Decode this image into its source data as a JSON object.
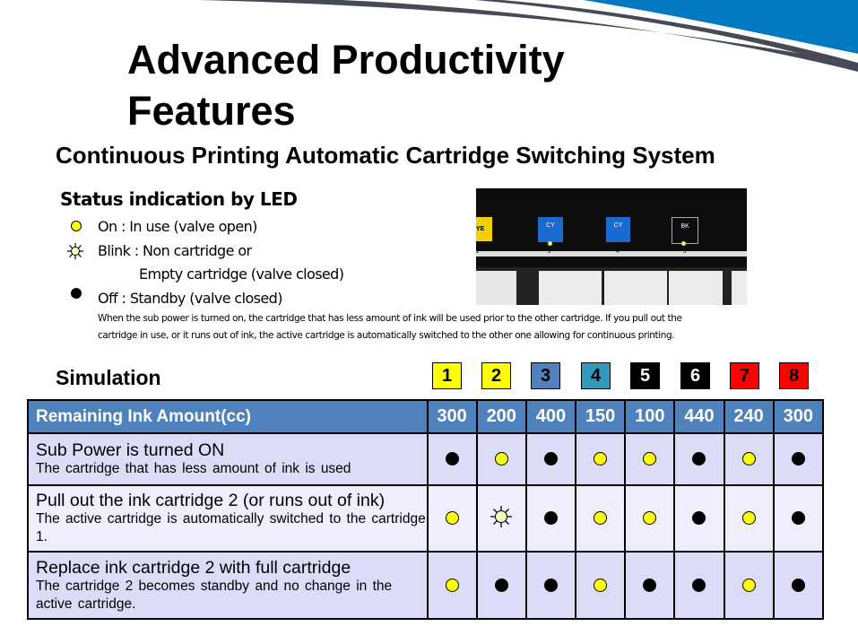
{
  "title": "Advanced Productivity Features",
  "title_lines": [
    "Advanced Productivity",
    "Features"
  ],
  "subtitle": "Continuous Printing Automatic Cartridge Switching System",
  "led_section": {
    "heading": "Status indication by LED",
    "items": [
      {
        "state": "on",
        "text": "On  :  In use  (valve open)"
      },
      {
        "state": "blink",
        "text": "Blink  :  Non cartridge or",
        "text2": "Empty cartridge  (valve closed)"
      },
      {
        "state": "off",
        "text": "Off  :  Standby  (valve closed)"
      }
    ],
    "note_lines": [
      "When the sub power is turned on, the cartridge that has less amount of ink will be used prior to the other cartridge. If you pull out the",
      "cartridge in use, or it runs out of ink, the active cartridge is automatically switched to the other one allowing for continuous printing."
    ]
  },
  "photo": {
    "labels": [
      "YE",
      "CY",
      "CY",
      "BK"
    ],
    "numbers": [
      "2",
      "3",
      "4",
      "5"
    ]
  },
  "simulation": {
    "heading": "Simulation",
    "cartridges": [
      {
        "n": "1",
        "color": "#ffff00",
        "text": "#000"
      },
      {
        "n": "2",
        "color": "#ffff00",
        "text": "#000"
      },
      {
        "n": "3",
        "color": "#4f81bd",
        "text": "#000"
      },
      {
        "n": "4",
        "color": "#3399bb",
        "text": "#000"
      },
      {
        "n": "5",
        "color": "#000000",
        "text": "#fff"
      },
      {
        "n": "6",
        "color": "#000000",
        "text": "#fff"
      },
      {
        "n": "7",
        "color": "#ff0000",
        "text": "#000"
      },
      {
        "n": "8",
        "color": "#ff0000",
        "text": "#000"
      }
    ],
    "header_label": "Remaining Ink Amount(cc)",
    "amounts": [
      "300",
      "200",
      "400",
      "150",
      "100",
      "440",
      "240",
      "300"
    ],
    "rows": [
      {
        "title": "Sub Power is turned ON",
        "desc": "The cartridge that has less amount of ink is used",
        "leds": [
          "off",
          "on",
          "off",
          "on",
          "on",
          "off",
          "on",
          "off"
        ]
      },
      {
        "title": "Pull out the ink cartridge 2 (or runs out of ink)",
        "desc": "The active cartridge is automatically switched to the cartridge 1.",
        "leds": [
          "on",
          "blink",
          "off",
          "on",
          "on",
          "off",
          "on",
          "off"
        ]
      },
      {
        "title": "Replace ink cartridge 2 with full cartridge",
        "desc": "The cartridge 2 becomes standby and no change in the active cartridge.",
        "leds": [
          "on",
          "off",
          "off",
          "on",
          "off",
          "off",
          "on",
          "off"
        ]
      }
    ]
  }
}
